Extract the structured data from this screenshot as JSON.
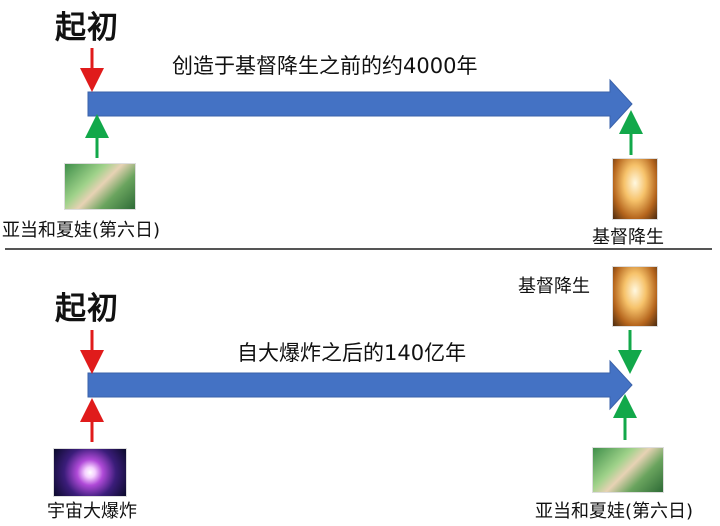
{
  "top": {
    "title": "起初",
    "caption": "创造于基督降生之前的约4000年",
    "left_label": "亚当和夏娃(第六日)",
    "right_label": "基督降生"
  },
  "bottom": {
    "title": "起初",
    "caption": "自大爆炸之后的140亿年",
    "left_label": "宇宙大爆炸",
    "right_top_label": "基督降生",
    "right_bottom_label": "亚当和夏娃(第六日)"
  },
  "colors": {
    "timeline": "#4472c4",
    "red_arrow": "#e01b1b",
    "green_arrow": "#12a84a",
    "divider": "#555555"
  }
}
